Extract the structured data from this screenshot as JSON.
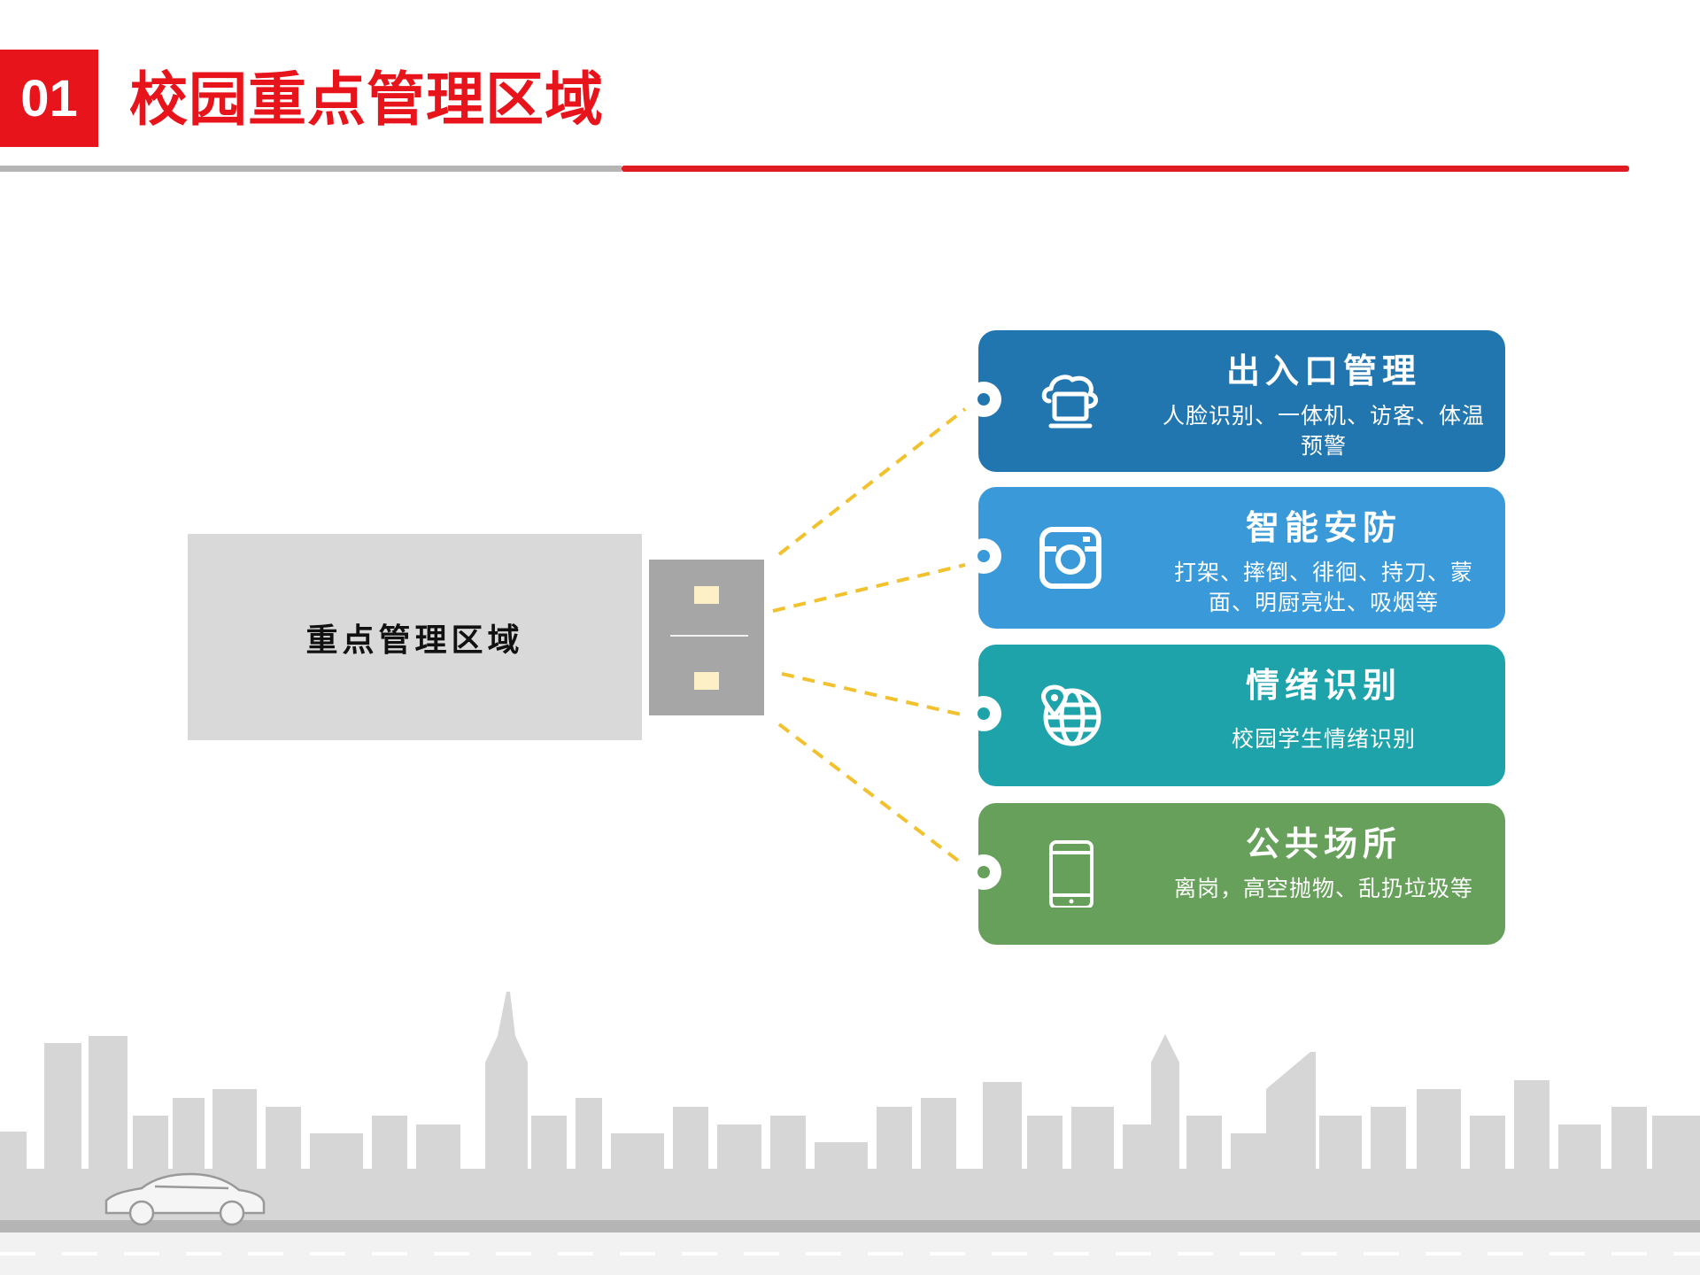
{
  "header": {
    "number": "01",
    "title": "校园重点管理区域"
  },
  "center": {
    "label": "重点管理区域"
  },
  "cards": [
    {
      "title": "出入口管理",
      "desc": "人脸识别、一体机、访客、体温预警",
      "icon": "computer-icon",
      "color": "#2276b0"
    },
    {
      "title": "智能安防",
      "desc": "打架、摔倒、徘徊、持刀、蒙面、明厨亮灶、吸烟等",
      "icon": "camera-icon",
      "color": "#3a9ad9"
    },
    {
      "title": "情绪识别",
      "desc": "校园学生情绪识别",
      "icon": "globe-pin-icon",
      "color": "#1ea3ab"
    },
    {
      "title": "公共场所",
      "desc": "离岗，高空抛物、乱扔垃圾等",
      "icon": "phone-icon",
      "color": "#67a05a"
    }
  ],
  "colors": {
    "accent_red": "#e8141b",
    "dash_yellow": "#f2c12e",
    "connector_grey": "#a6a6a6",
    "center_grey": "#d9d9d9"
  }
}
